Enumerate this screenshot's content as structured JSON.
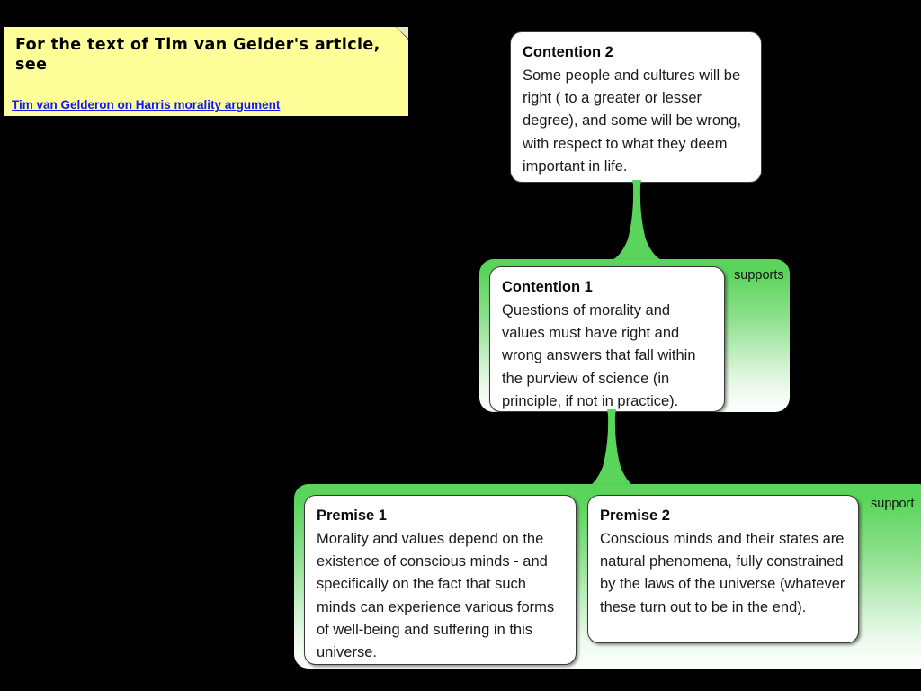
{
  "canvas": {
    "background": "#000000",
    "accent_green": "#5ad45a",
    "note_background": "#ffff99",
    "link_color": "#1414ff",
    "card_background": "#ffffff"
  },
  "note": {
    "heading": "For the text of Tim van Gelder's article, see",
    "link": "Tim van Gelderon on Harris morality argument",
    "fold_icon": "page-fold-corner-icon"
  },
  "contention2": {
    "title": "Contention 2",
    "body": "Some people and cultures will be right ( to a greater or lesser degree), and some will be wrong, with respect to what they deem important in life."
  },
  "contention1": {
    "title": "Contention 1",
    "body": "Questions of morality and values must have right and wrong answers that fall within the purview of science (in principle, if not in practice).",
    "support_label": "supports"
  },
  "premise1": {
    "title": "Premise 1",
    "body": "Morality and values depend on the existence of conscious minds - and specifically on the fact that such minds can experience various forms of well-being and suffering in this universe."
  },
  "premise2": {
    "title": "Premise 2",
    "body": "Conscious minds and their states are natural phenomena, fully constrained by the laws of the universe (whatever these turn out to be in the end)."
  },
  "premise_group": {
    "support_label": "support"
  },
  "connectors": {
    "upper": "supports-arrow-icon",
    "lower": "supports-arrow-icon"
  }
}
